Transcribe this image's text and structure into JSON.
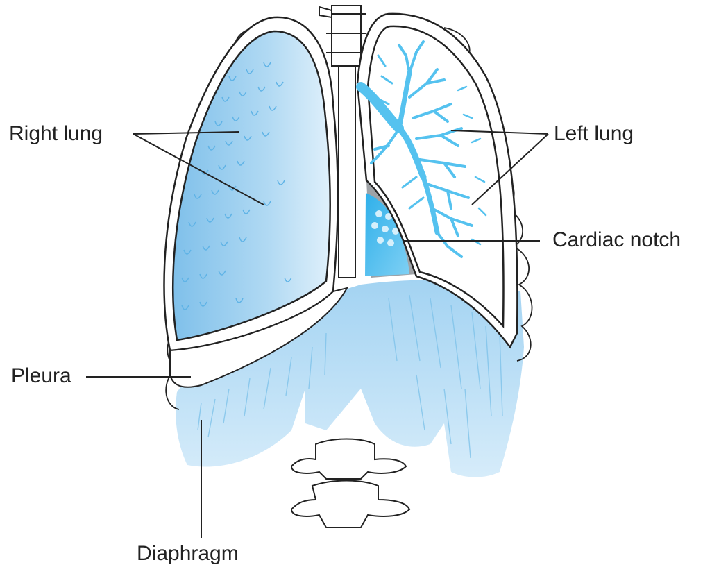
{
  "labels": {
    "right_lung": "Right lung",
    "left_lung": "Left lung",
    "cardiac_notch": "Cardiac notch",
    "pleura": "Pleura",
    "diaphragm": "Diaphragm"
  },
  "colors": {
    "lung_fill": "#a9d4f1",
    "diaphragm_fill": "#b7dcf3",
    "bronchi": "#55c2ef",
    "heart": "#3cb5ea",
    "outline": "#222222",
    "leader_line": "#222222",
    "mediastinum_gray": "#9ea2a6"
  }
}
